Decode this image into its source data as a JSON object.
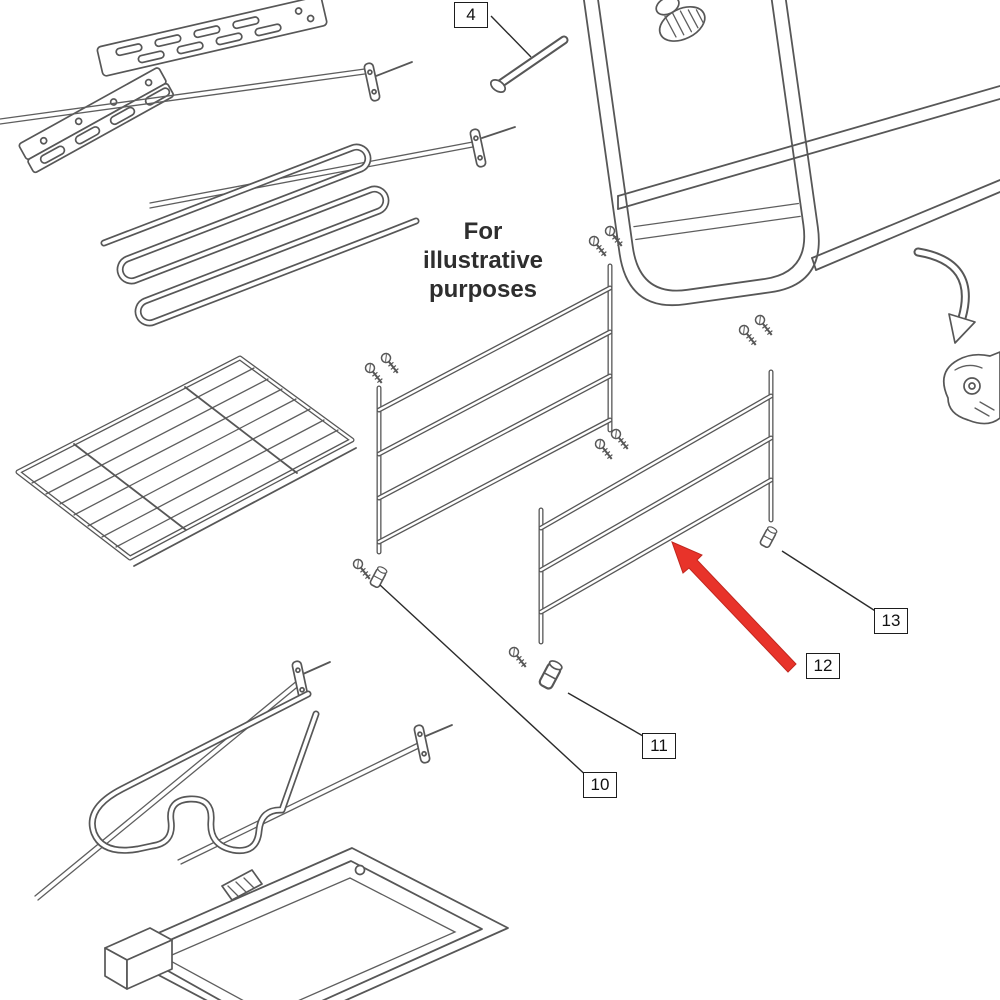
{
  "note": {
    "lines": [
      "For",
      "illustrative",
      "purposes"
    ]
  },
  "callouts": {
    "c4": "4",
    "c10": "10",
    "c11": "11",
    "c12": "12",
    "c13": "13"
  },
  "colors": {
    "line": "#575757",
    "arrow_red": "#e8332a",
    "background": "#ffffff",
    "label_text": "#111111"
  }
}
